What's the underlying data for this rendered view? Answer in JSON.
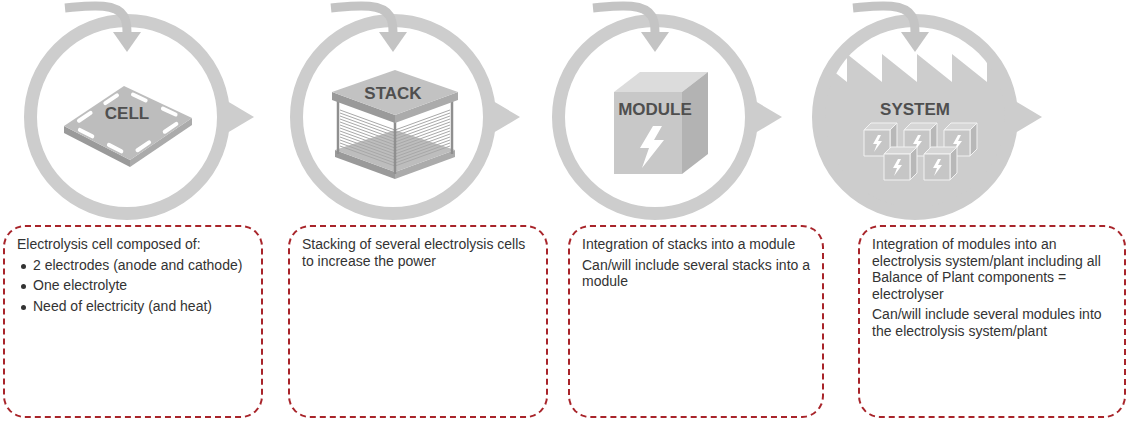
{
  "diagram": {
    "nodes": [
      {
        "text": [
          "CELL"
        ]
      },
      {
        "text": [
          "STACK"
        ]
      },
      {
        "text": [
          "MODULE"
        ]
      },
      {
        "text": [
          "SYSTEM"
        ]
      },
      {
        "text": [
          "Electrolysis cell composed of:",
          "2 electrodes (anode and cathode)",
          "One electrolyte",
          "Need of electricity (and heat)"
        ]
      },
      {
        "text": [
          "Stacking of several electrolysis cells to increase the power"
        ]
      },
      {
        "text": [
          "Integration of stacks into a module",
          "Can/will include several stacks into a module"
        ]
      },
      {
        "text": [
          "Integration of modules into an electrolysis system/plant including all Balance of Plant components = electrolyser",
          "Can/will include several modules into the electrolysis system/plant"
        ]
      }
    ]
  }
}
